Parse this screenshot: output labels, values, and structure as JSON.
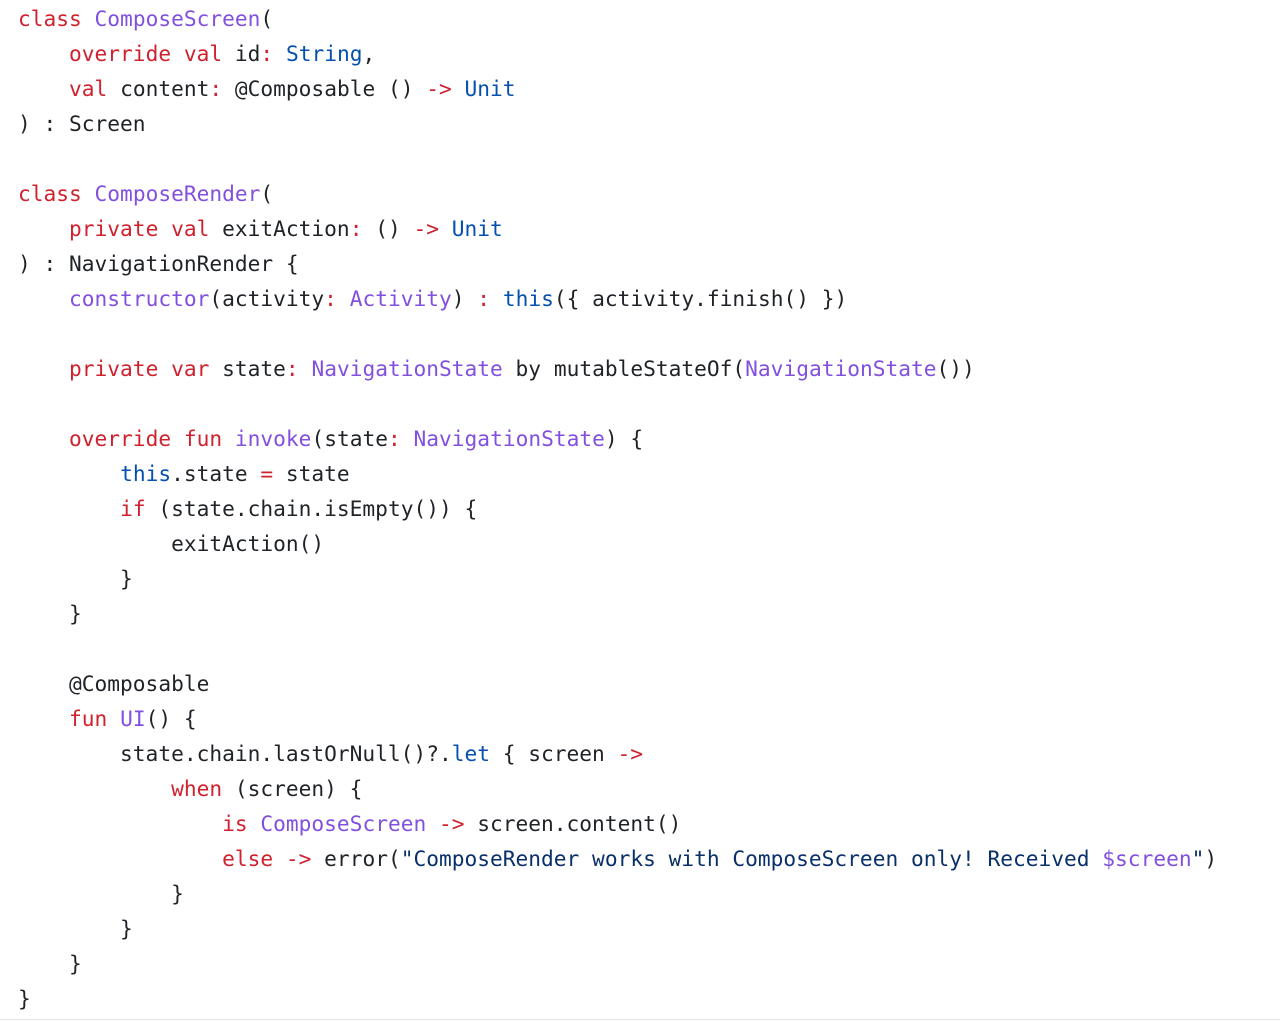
{
  "colors": {
    "keyword": "#cf222e",
    "class_name": "#8250df",
    "type_builtin": "#0550ae",
    "string": "#0a3069",
    "default": "#1f2328"
  },
  "code_lines": [
    [
      {
        "t": "class",
        "k": "kw"
      },
      {
        "t": " "
      },
      {
        "t": "ComposeScreen",
        "k": "cls"
      },
      {
        "t": "("
      }
    ],
    [
      {
        "t": "    "
      },
      {
        "t": "override",
        "k": "kw"
      },
      {
        "t": " "
      },
      {
        "t": "val",
        "k": "kw"
      },
      {
        "t": " id"
      },
      {
        "t": ":",
        "k": "kw"
      },
      {
        "t": " "
      },
      {
        "t": "String",
        "k": "typ"
      },
      {
        "t": ","
      }
    ],
    [
      {
        "t": "    "
      },
      {
        "t": "val",
        "k": "kw"
      },
      {
        "t": " content"
      },
      {
        "t": ":",
        "k": "kw"
      },
      {
        "t": " @Composable () "
      },
      {
        "t": "->",
        "k": "kw"
      },
      {
        "t": " "
      },
      {
        "t": "Unit",
        "k": "typ"
      }
    ],
    [
      {
        "t": ") : Screen"
      }
    ],
    [],
    [
      {
        "t": "class",
        "k": "kw"
      },
      {
        "t": " "
      },
      {
        "t": "ComposeRender",
        "k": "cls"
      },
      {
        "t": "("
      }
    ],
    [
      {
        "t": "    "
      },
      {
        "t": "private",
        "k": "kw"
      },
      {
        "t": " "
      },
      {
        "t": "val",
        "k": "kw"
      },
      {
        "t": " exitAction"
      },
      {
        "t": ":",
        "k": "kw"
      },
      {
        "t": " () "
      },
      {
        "t": "->",
        "k": "kw"
      },
      {
        "t": " "
      },
      {
        "t": "Unit",
        "k": "typ"
      }
    ],
    [
      {
        "t": ") : NavigationRender {"
      }
    ],
    [
      {
        "t": "    "
      },
      {
        "t": "constructor",
        "k": "cls"
      },
      {
        "t": "(activity"
      },
      {
        "t": ":",
        "k": "kw"
      },
      {
        "t": " "
      },
      {
        "t": "Activity",
        "k": "cls"
      },
      {
        "t": ") "
      },
      {
        "t": ":",
        "k": "kw"
      },
      {
        "t": " "
      },
      {
        "t": "this",
        "k": "typ"
      },
      {
        "t": "({ activity.finish() })"
      }
    ],
    [],
    [
      {
        "t": "    "
      },
      {
        "t": "private",
        "k": "kw"
      },
      {
        "t": " "
      },
      {
        "t": "var",
        "k": "kw"
      },
      {
        "t": " state"
      },
      {
        "t": ":",
        "k": "kw"
      },
      {
        "t": " "
      },
      {
        "t": "NavigationState",
        "k": "cls"
      },
      {
        "t": " by mutableStateOf("
      },
      {
        "t": "NavigationState",
        "k": "cls"
      },
      {
        "t": "())"
      }
    ],
    [],
    [
      {
        "t": "    "
      },
      {
        "t": "override",
        "k": "kw"
      },
      {
        "t": " "
      },
      {
        "t": "fun",
        "k": "kw"
      },
      {
        "t": " "
      },
      {
        "t": "invoke",
        "k": "cls"
      },
      {
        "t": "(state"
      },
      {
        "t": ":",
        "k": "kw"
      },
      {
        "t": " "
      },
      {
        "t": "NavigationState",
        "k": "cls"
      },
      {
        "t": ") {"
      }
    ],
    [
      {
        "t": "        "
      },
      {
        "t": "this",
        "k": "typ"
      },
      {
        "t": ".state "
      },
      {
        "t": "=",
        "k": "kw"
      },
      {
        "t": " state"
      }
    ],
    [
      {
        "t": "        "
      },
      {
        "t": "if",
        "k": "kw"
      },
      {
        "t": " (state.chain.isEmpty()) {"
      }
    ],
    [
      {
        "t": "            exitAction()"
      }
    ],
    [
      {
        "t": "        }"
      }
    ],
    [
      {
        "t": "    }"
      }
    ],
    [],
    [
      {
        "t": "    @Composable"
      }
    ],
    [
      {
        "t": "    "
      },
      {
        "t": "fun",
        "k": "kw"
      },
      {
        "t": " "
      },
      {
        "t": "UI",
        "k": "cls"
      },
      {
        "t": "() {"
      }
    ],
    [
      {
        "t": "        state.chain.lastOrNull()?."
      },
      {
        "t": "let",
        "k": "typ"
      },
      {
        "t": " { screen "
      },
      {
        "t": "->",
        "k": "kw"
      }
    ],
    [
      {
        "t": "            "
      },
      {
        "t": "when",
        "k": "kw"
      },
      {
        "t": " (screen) {"
      }
    ],
    [
      {
        "t": "                "
      },
      {
        "t": "is",
        "k": "kw"
      },
      {
        "t": " "
      },
      {
        "t": "ComposeScreen",
        "k": "cls"
      },
      {
        "t": " "
      },
      {
        "t": "->",
        "k": "kw"
      },
      {
        "t": " screen.content()"
      }
    ],
    [
      {
        "t": "                "
      },
      {
        "t": "else",
        "k": "kw"
      },
      {
        "t": " "
      },
      {
        "t": "->",
        "k": "kw"
      },
      {
        "t": " error("
      },
      {
        "t": "\"ComposeRender works with ComposeScreen only! Received ",
        "k": "str"
      },
      {
        "t": "$screen",
        "k": "cls"
      },
      {
        "t": "\"",
        "k": "str"
      },
      {
        "t": ")"
      }
    ],
    [
      {
        "t": "            }"
      }
    ],
    [
      {
        "t": "        }"
      }
    ],
    [
      {
        "t": "    }"
      }
    ],
    [
      {
        "t": "}"
      }
    ]
  ]
}
